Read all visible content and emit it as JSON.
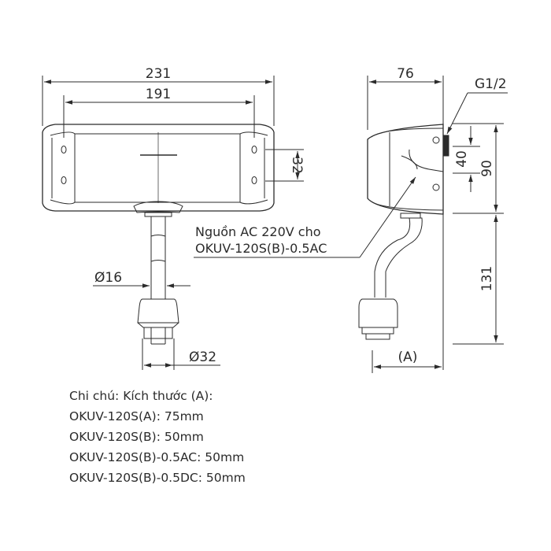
{
  "drawing": {
    "front_view": {
      "width_overall": "231",
      "width_inner": "191",
      "hole_spacing": "32",
      "pipe_diameter": "Ø16",
      "nut_diameter": "Ø32"
    },
    "side_view": {
      "depth": "76",
      "thread": "G1/2",
      "inlet_offset": "40",
      "body_height": "90",
      "pipe_length": "131",
      "offset_label": "(A)"
    },
    "callout": {
      "line1": "Nguồn AC 220V cho",
      "line2": "OKUV-120S(B)-0.5AC"
    }
  },
  "notes": {
    "title": "Chi chú: Kích thước (A):",
    "items": [
      "OKUV-120S(A): 75mm",
      "OKUV-120S(B): 50mm",
      "OKUV-120S(B)-0.5AC: 50mm",
      "OKUV-120S(B)-0.5DC: 50mm"
    ]
  }
}
